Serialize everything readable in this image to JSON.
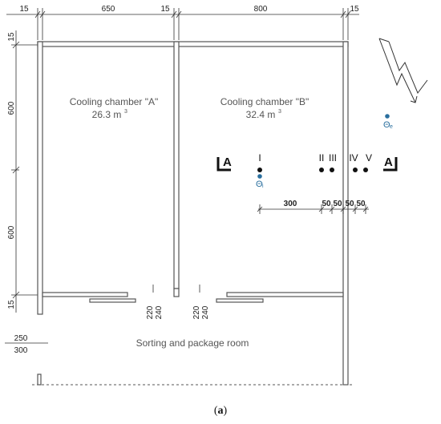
{
  "dimensions": {
    "top": [
      "15",
      "650",
      "15",
      "800",
      "15"
    ],
    "left": [
      "15",
      "600",
      "600",
      "15"
    ],
    "door_openings": [
      "220",
      "240",
      "220",
      "240"
    ],
    "sorting_room_height_top": "250",
    "sorting_room_height_bottom": "300",
    "sensor_spacing": [
      "300",
      "50",
      "50",
      "50",
      "50"
    ]
  },
  "rooms": {
    "chamber_a": {
      "name": "Cooling chamber \"A\"",
      "volume": "26.3 m",
      "volume_exp": "3"
    },
    "chamber_b": {
      "name": "Cooling chamber \"B\"",
      "volume": "32.4 m",
      "volume_exp": "3"
    },
    "sorting": {
      "name": "Sorting and package room"
    }
  },
  "sensors": {
    "labels": [
      "I",
      "II",
      "III",
      "IV",
      "V"
    ],
    "theta_internal": {
      "symbol": "Θ",
      "sub": "i"
    },
    "theta_external": {
      "symbol": "Θ",
      "sub": "e"
    }
  },
  "section_marks": {
    "left": "A",
    "right": "A"
  },
  "caption": {
    "open": "(",
    "letter": "a",
    "close": ")"
  },
  "colors": {
    "wall_stroke": "#555555",
    "sensor_blue": "#2a6f9e",
    "dim_line": "#333333"
  }
}
